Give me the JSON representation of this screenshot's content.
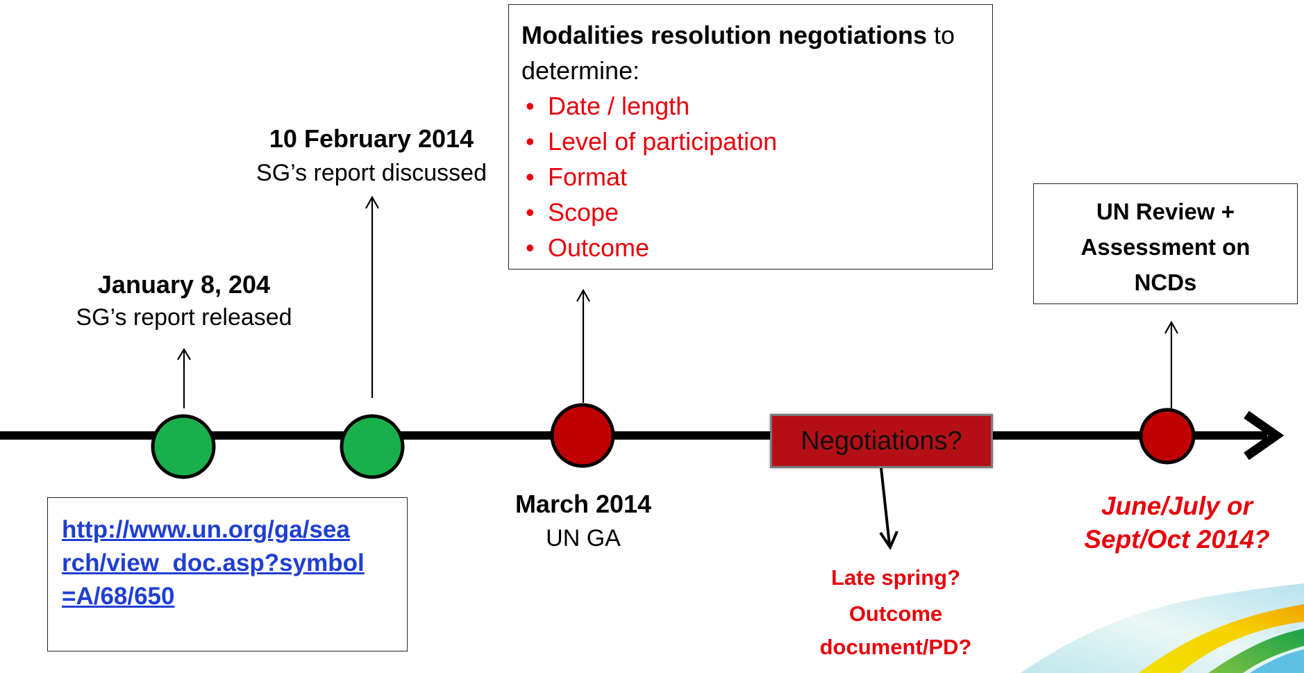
{
  "colors": {
    "green_dot": "#19b04b",
    "red_dot": "#c00000",
    "timeline": "#000000",
    "red_text": "#e8000b",
    "negotiation_box": "#b50f16",
    "link": "#1f3fd2"
  },
  "events": [
    {
      "date": "January 8, 204",
      "desc": "SG’s report released",
      "marker": "green"
    },
    {
      "date": "10 February 2014",
      "desc": "SG’s report discussed",
      "marker": "green"
    },
    {
      "date": "March 2014",
      "desc": "UN GA",
      "marker": "red"
    },
    {
      "date": "June/July or Sept/Oct 2014?",
      "date_line1": "June/July or",
      "date_line2": "Sept/Oct 2014?",
      "marker": "red"
    }
  ],
  "link_box": {
    "line1": "http://www.un.org/ga/sea",
    "line2": "rch/view_doc.asp?symbol",
    "line3": "=A/68/650"
  },
  "modalities_box": {
    "title_bold": "Modalities resolution negotiations",
    "title_rest": " to",
    "title_line2": "determine:",
    "bullets": [
      "Date / length",
      "Level of participation",
      "Format",
      "Scope",
      "Outcome"
    ]
  },
  "negotiations": {
    "label": "Negotiations?",
    "note1": "Late spring?",
    "note2_line1": "Outcome",
    "note2_line2": "document/PD?"
  },
  "review_box": {
    "line1": "UN Review +",
    "line2": "Assessment on",
    "line3": "NCDs"
  }
}
